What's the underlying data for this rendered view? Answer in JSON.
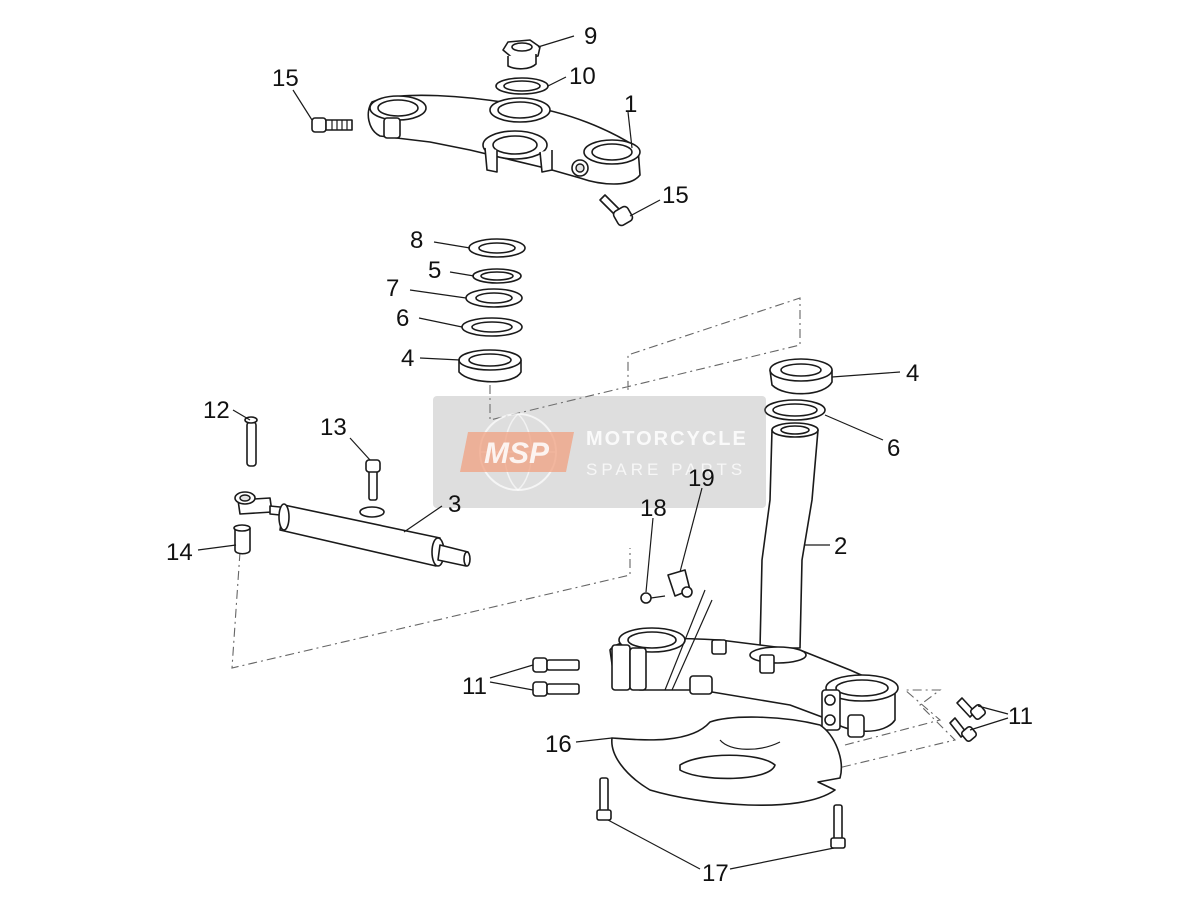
{
  "callouts": [
    "1",
    "2",
    "3",
    "4",
    "4",
    "5",
    "6",
    "6",
    "7",
    "8",
    "9",
    "10",
    "11",
    "11",
    "12",
    "13",
    "14",
    "15",
    "15",
    "16",
    "17",
    "18",
    "19"
  ],
  "watermark": {
    "logo_text": "MSP",
    "title": "MOTORCYCLE",
    "subtitle": "SPARE PARTS"
  },
  "colors": {
    "line": "#1a1a1a",
    "watermark_orange": "#f0a080",
    "watermark_gray": "#8a8a8a"
  }
}
